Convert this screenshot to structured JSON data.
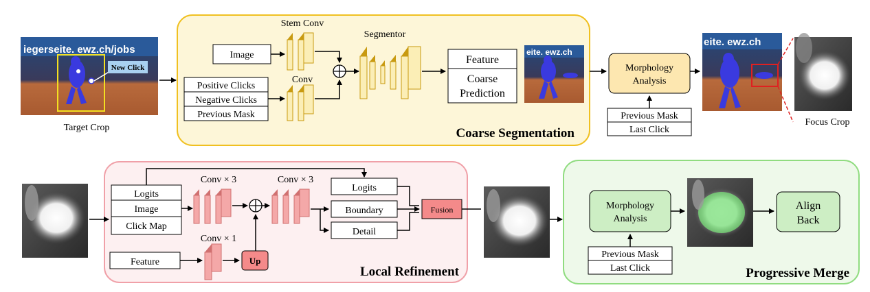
{
  "coarse": {
    "title": "Coarse Segmentation",
    "stem_conv": "Stem Conv",
    "conv": "Conv",
    "segmentor": "Segmentor",
    "image": "Image",
    "positive_clicks": "Positive Clicks",
    "negative_clicks": "Negative Clicks",
    "previous_mask": "Previous Mask",
    "feature": "Feature",
    "coarse_prediction_1": "Coarse",
    "coarse_prediction_2": "Prediction"
  },
  "left": {
    "target_crop": "Target Crop",
    "new_click": "New Click",
    "banner": "iegerseite. ewz.ch/jobs"
  },
  "morph_top": {
    "label_1": "Morphology",
    "label_2": "Analysis",
    "previous_mask": "Previous Mask",
    "last_click": "Last Click"
  },
  "right": {
    "focus_crop": "Focus Crop",
    "banner": "eite. ewz.ch"
  },
  "refine": {
    "title": "Local Refinement",
    "logits_in": "Logits",
    "image": "Image",
    "click_map": "Click Map",
    "conv3_a": "Conv × 3",
    "conv3_b": "Conv × 3",
    "conv1": "Conv × 1",
    "feature": "Feature",
    "up": "Up",
    "logits_out": "Logits",
    "boundary": "Boundary",
    "detail": "Detail",
    "fusion": "Fusion"
  },
  "merge": {
    "title": "Progressive Merge",
    "morph_1": "Morphology",
    "morph_2": "Analysis",
    "previous_mask": "Previous Mask",
    "last_click": "Last Click",
    "align_1": "Align",
    "align_2": "Back"
  },
  "colors": {
    "coarse_bg": "#fdf6d8",
    "coarse_border": "#f0c020",
    "refine_bg": "#fdf0f1",
    "refine_border": "#f0a0a8",
    "merge_bg": "#eef9ea",
    "merge_border": "#90dc80",
    "conv_gold": "#fbeeb6",
    "conv_gold_edge": "#c89a10",
    "conv_pink": "#f4a8a8",
    "conv_pink_edge": "#d07070",
    "morph_top": "#fde7b0",
    "morph_green": "#cdeec4",
    "fusion": "#f48a8a"
  }
}
